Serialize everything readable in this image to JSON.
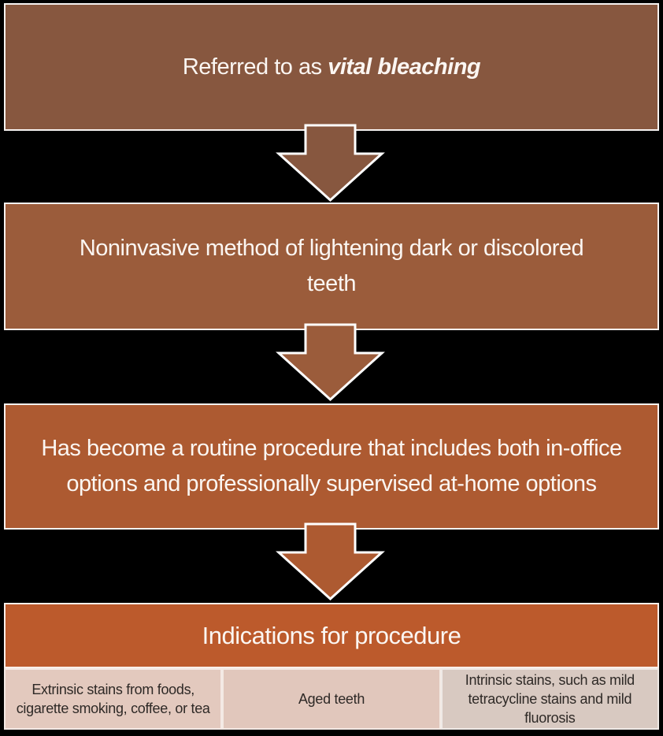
{
  "page": {
    "background": "#000000"
  },
  "flowchart": {
    "boxes": [
      {
        "id": "vital-bleaching",
        "text_prefix": "Referred to as ",
        "text_emphasis": "vital bleaching",
        "color": "#87573F"
      },
      {
        "id": "noninvasive",
        "text": "Noninvasive method of lightening dark or discolored teeth",
        "color": "#9B5C3B"
      },
      {
        "id": "routine-procedure",
        "text": "Has become a routine procedure that includes both in-office options and professionally supervised at-home options",
        "color": "#AD5A31"
      }
    ],
    "arrows": [
      {
        "icon": "down-arrow-icon",
        "color": "#87573F"
      },
      {
        "icon": "down-arrow-icon",
        "color": "#9B5C3B"
      },
      {
        "icon": "down-arrow-icon",
        "color": "#AD5A31"
      }
    ],
    "indications": {
      "header": "Indications for procedure",
      "header_color": "#BC5A2C",
      "cells": [
        {
          "text": "Extrinsic stains from foods, cigarette smoking, coffee, or tea",
          "color": "#E3C9BE"
        },
        {
          "text": "Aged teeth",
          "color": "#E1C7BC"
        },
        {
          "text": "Intrinsic stains, such as mild tetracycline stains and mild fluorosis",
          "color": "#D8C9C1"
        }
      ]
    },
    "text_colors": {
      "box_text": "#FBF6F2",
      "cell_text": "#2E2926"
    }
  }
}
